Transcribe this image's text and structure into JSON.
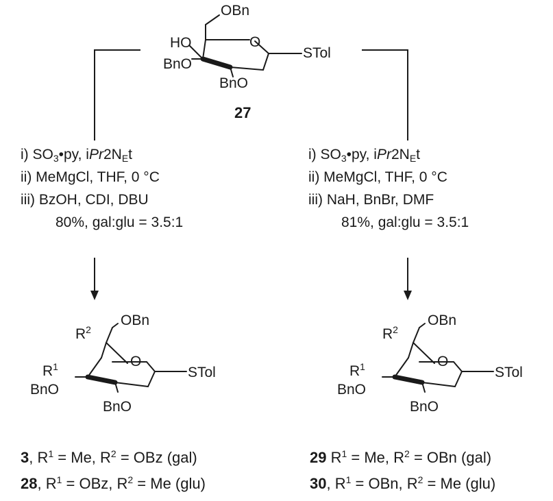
{
  "start": {
    "number": "27",
    "labels": {
      "obn": "OBn",
      "ho": "HO",
      "o": "O",
      "stol": "STol",
      "bno3": "BnO",
      "bno2": "BnO"
    }
  },
  "left": {
    "conditions": {
      "step1_a": "i) SO",
      "step1_sub": "3",
      "step1_b": "•py, i",
      "step1_italic": "Pr",
      "step1_c": "2N",
      "step1_sub2": "E",
      "step1_d": "t",
      "step2": "ii) MeMgCl, THF, 0 °C",
      "step3": "iii) BzOH, CDI, DBU",
      "yield": "80%, gal:glu = 3.5:1"
    },
    "product_labels": {
      "obn": "OBn",
      "r2": "R",
      "r2_sup": "2",
      "r1": "R",
      "r1_sup": "1",
      "o": "O",
      "stol": "STol",
      "bno3": "BnO",
      "bno2": "BnO"
    },
    "compounds": [
      {
        "num": "3",
        "text_a": ", R",
        "sup1": "1",
        "text_b": " = Me, R",
        "sup2": "2",
        "text_c": " = OBz (gal)"
      },
      {
        "num": "28",
        "text_a": ", R",
        "sup1": "1",
        "text_b": " = OBz, R",
        "sup2": "2",
        "text_c": " = Me (glu)"
      }
    ]
  },
  "right": {
    "conditions": {
      "step1_a": "i) SO",
      "step1_sub": "3",
      "step1_b": "•py, i",
      "step1_italic": "Pr",
      "step1_c": "2N",
      "step1_sub2": "E",
      "step1_d": "t",
      "step2": "ii) MeMgCl, THF, 0 °C",
      "step3": "iii) NaH, BnBr, DMF",
      "yield": "81%, gal:glu = 3.5:1"
    },
    "product_labels": {
      "obn": "OBn",
      "r2": "R",
      "r2_sup": "2",
      "r1": "R",
      "r1_sup": "1",
      "o": "O",
      "stol": "STol",
      "bno3": "BnO",
      "bno2": "BnO"
    },
    "compounds": [
      {
        "num": "29",
        "text_a": " R",
        "sup1": "1",
        "text_b": " = Me, R",
        "sup2": "2",
        "text_c": " = OBn (gal)"
      },
      {
        "num": "30",
        "text_a": ", R",
        "sup1": "1",
        "text_b": " = OBn, R",
        "sup2": "2",
        "text_c": " = Me (glu)"
      }
    ]
  }
}
